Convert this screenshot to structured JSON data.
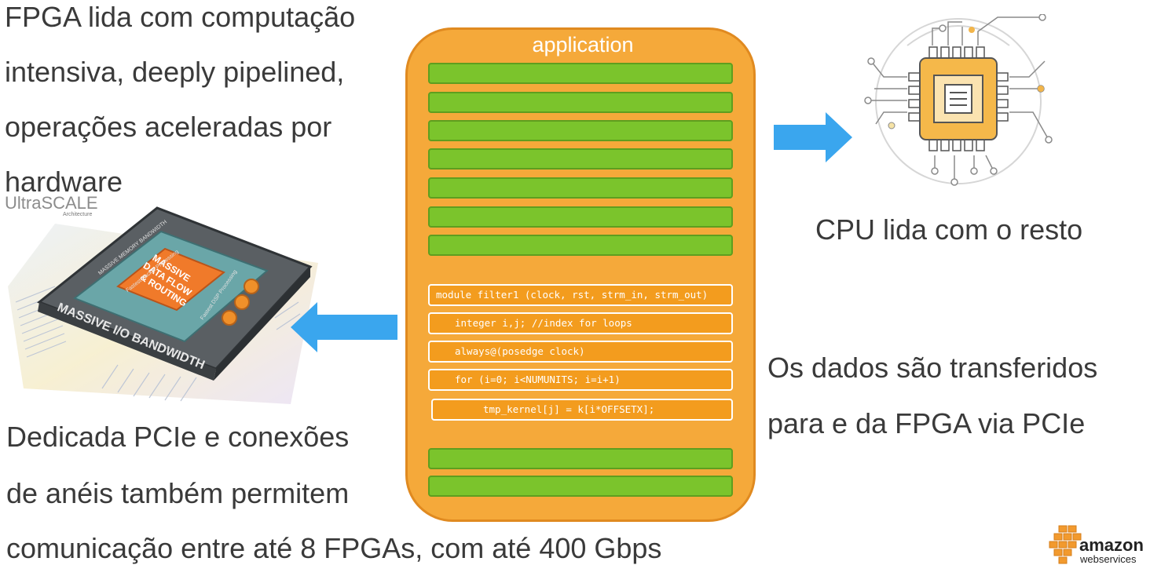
{
  "text": {
    "fpga_lines": [
      "FPGA lida com computação",
      "intensiva, deeply pipelined,",
      "operações aceleradas por",
      "hardware"
    ],
    "cpu_text": "CPU lida com o resto",
    "transfer_lines": [
      "Os dados são transferidos",
      "para e da FPGA via PCIe"
    ],
    "pcie_lines": [
      "Dedicada PCIe e conexões",
      "de anéis também permitem",
      "comunicação entre até 8 FPGAs, com até 400 Gbps"
    ]
  },
  "application": {
    "title": "application",
    "code_lines": [
      "module filter1 (clock, rst, strm_in, strm_out)",
      "integer i,j; //index for loops",
      "always@(posedge clock)",
      "for (i=0; i<NUMUNITS; i=i+1)",
      "tmp_kernel[j] = k[i*OFFSETX];"
    ]
  },
  "chip": {
    "brand": "UltraSCALE",
    "brand_sub": "Architecture",
    "center_label": [
      "MASSIVE",
      "DATA FLOW",
      "& ROUTING"
    ],
    "edge_label": "MASSIVE I/O BANDWIDTH",
    "top_label": "MASSIVE MEMORY BANDWIDTH",
    "side_labels": [
      "Fastest Packet Processing",
      "Fastest DSP Processing"
    ]
  },
  "aws": {
    "name": "amazon",
    "sub": "webservices"
  },
  "colors": {
    "panel": "#f5a93a",
    "panel_border": "#e08a20",
    "green_bar": "#7bc42c",
    "code_block": "#f39c1e",
    "arrow": "#3aa6ee",
    "text": "#3a3a3a"
  }
}
